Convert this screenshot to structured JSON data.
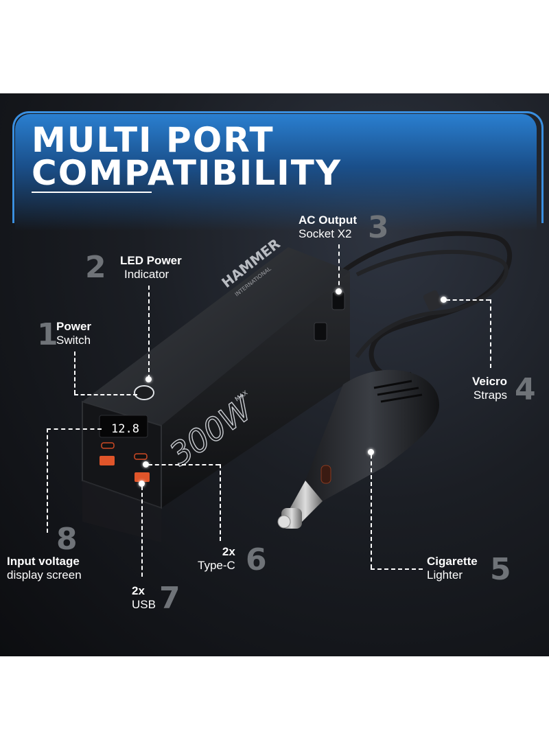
{
  "headline": {
    "line1": "MULTI PORT",
    "line2": "COMPATIBILITY"
  },
  "product": {
    "brand": "HAMMER",
    "brand_sub": "INTERNATIONAL",
    "power_label": "300W",
    "power_sup": "MAX",
    "display_reading": "12.8"
  },
  "callouts": [
    {
      "number": "1",
      "title": "Power",
      "subtitle": "Switch"
    },
    {
      "number": "2",
      "title": "LED Power",
      "subtitle": "Indicator"
    },
    {
      "number": "3",
      "title": "AC Output",
      "subtitle": "Socket X2"
    },
    {
      "number": "4",
      "title": "Veicro",
      "subtitle": "Straps"
    },
    {
      "number": "5",
      "title": "Cigarette",
      "subtitle": "Lighter"
    },
    {
      "number": "6",
      "title": "2x",
      "subtitle": "Type-C"
    },
    {
      "number": "7",
      "title": "2x",
      "subtitle": "USB"
    },
    {
      "number": "8",
      "title": "Input voltage",
      "subtitle": "display screen"
    }
  ],
  "colors": {
    "accent_blue": "#2a7fd0",
    "panel_dark": "#0c0d10",
    "callout_number": "#6f7378",
    "usb_orange": "#e0552a"
  }
}
